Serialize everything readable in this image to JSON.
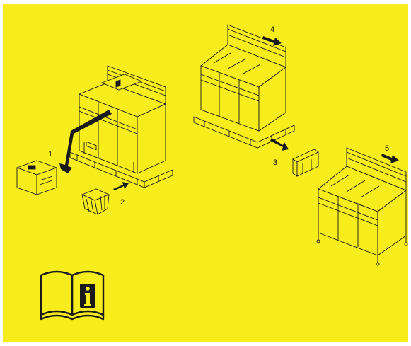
{
  "background_color": "#f7ec1c",
  "line_color": "#1a1a1a",
  "steps": {
    "step1": "1",
    "step2": "2",
    "step3": "3",
    "step4": "4",
    "step5": "5"
  },
  "info_icon": "manual-info-icon"
}
